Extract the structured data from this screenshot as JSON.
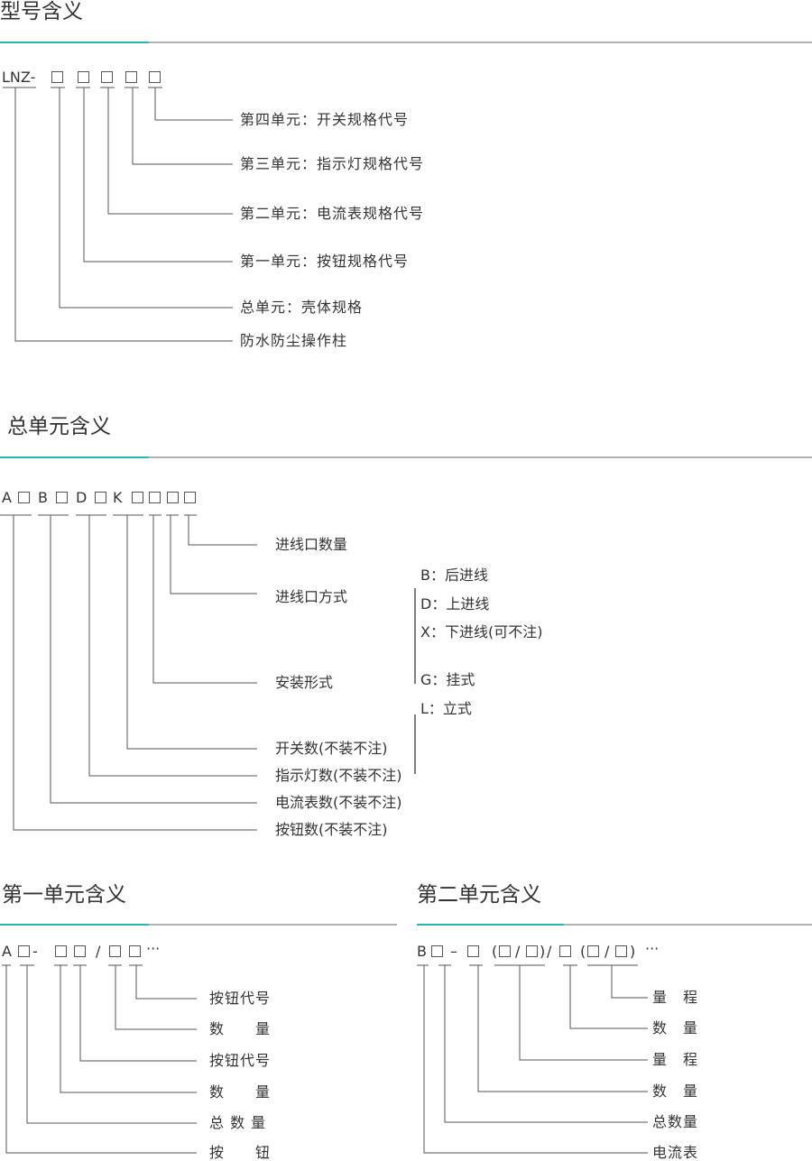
{
  "section1": {
    "title": "型号含义",
    "code_prefix": "LNZ-",
    "labels": [
      "第四单元：开关规格代号",
      "第三单元：指示灯规格代号",
      "第二单元：电流表规格代号",
      "第一单元：按钮规格代号",
      "总单元：壳体规格",
      "防水防尘操作柱"
    ]
  },
  "section2": {
    "title": "总单元含义",
    "code_letters": [
      "A",
      "B",
      "D",
      "K"
    ],
    "labels": [
      "进线口数量",
      "进线口方式",
      "安装形式",
      "开关数(不装不注)",
      "指示灯数(不装不注)",
      "电流表数(不装不注)",
      "按钮数(不装不注)"
    ],
    "inlet_options": [
      "B：后进线",
      "D：上进线",
      "X：下进线(可不注)"
    ],
    "mount_options": [
      "G：挂式",
      "L：立式"
    ]
  },
  "section3": {
    "title": "第一单元含义",
    "code_letter": "A",
    "dash": "-",
    "slash": "/",
    "ellipsis": "···",
    "labels": [
      "按钮代号",
      "数　　量",
      "按钮代号",
      "数　　量",
      "总 数 量",
      "按　　钮"
    ]
  },
  "section4": {
    "title": "第二单元含义",
    "code_letter": "B",
    "dash": "–",
    "paren_open": "(",
    "paren_close": ")",
    "slash": "/",
    "ellipsis": "···",
    "labels": [
      "量　程",
      "数　量",
      "量　程",
      "数　量",
      "总数量",
      "电流表"
    ]
  },
  "colors": {
    "accent": "#2bb5b0",
    "rule": "#999999",
    "line": "#555555",
    "text": "#333333"
  }
}
